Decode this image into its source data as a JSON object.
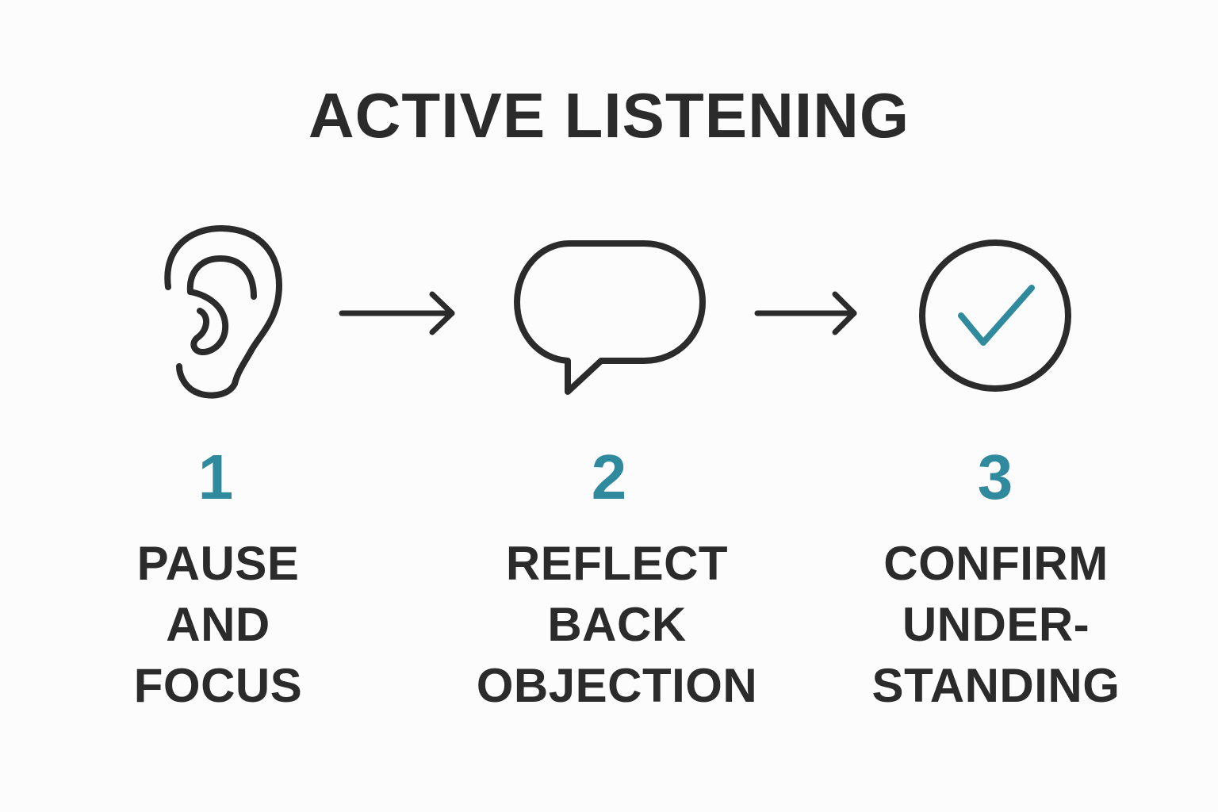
{
  "title": "ACTIVE LISTENING",
  "colors": {
    "accent": "#2f8a9e",
    "stroke": "#2b2b2b",
    "background": "#fcfcfc"
  },
  "steps": [
    {
      "number": "1",
      "icon": "ear-icon",
      "label_lines": [
        "PAUSE",
        "AND",
        "FOCUS"
      ]
    },
    {
      "number": "2",
      "icon": "speech-bubble-icon",
      "label_lines": [
        "REFLECT",
        "BACK",
        "OBJECTION"
      ]
    },
    {
      "number": "3",
      "icon": "check-circle-icon",
      "label_lines": [
        "CONFIRM",
        "UNDER-",
        "STANDING"
      ]
    }
  ],
  "connectors": [
    {
      "icon": "arrow-right-icon"
    },
    {
      "icon": "arrow-right-icon"
    }
  ]
}
